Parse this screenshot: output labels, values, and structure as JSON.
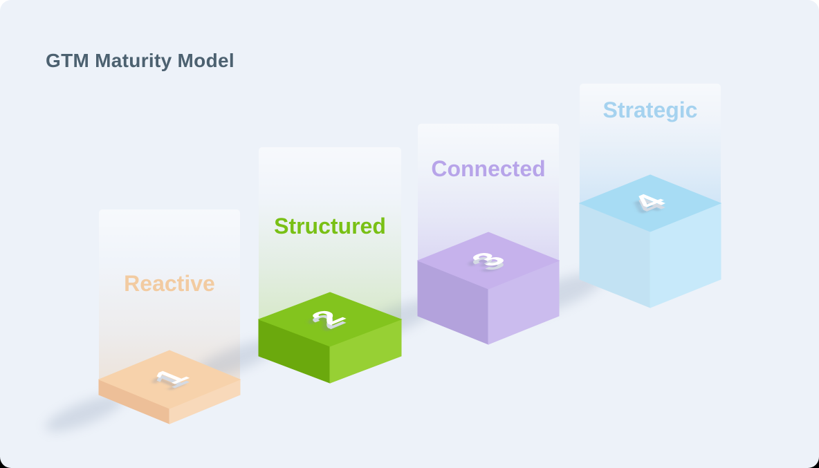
{
  "title": "GTM Maturity Model",
  "colors": {
    "background": "#edf2f9",
    "title": "#4c6170",
    "page_top": "#ffffff",
    "page_bottom": "#000000",
    "cast_shadow": "#92a1ba"
  },
  "digit_style": {
    "face": "#ffffff",
    "side": "#d4dae3",
    "shadow": "rgba(124,138,160,0.32)"
  },
  "stages": [
    {
      "number": "1",
      "label": "Reactive",
      "label_color": "#f2cba1",
      "cube": {
        "top": "#f7d2ab",
        "left": "#edbf98",
        "right": "#f8d9ba"
      },
      "panel": {
        "mid": "rgba(236,194,150,0.13)",
        "strong": "rgba(236,194,150,0.34)"
      }
    },
    {
      "number": "2",
      "label": "Structured",
      "label_color": "#79c015",
      "cube": {
        "top": "#83c41e",
        "left": "#6ba90d",
        "right": "#97d034"
      },
      "panel": {
        "mid": "rgba(152,206,62,0.12)",
        "strong": "rgba(152,206,62,0.26)"
      }
    },
    {
      "number": "3",
      "label": "Connected",
      "label_color": "#b7a4e9",
      "cube": {
        "top": "#c6b2ec",
        "left": "#b3a2dc",
        "right": "#cbbcee"
      },
      "panel": {
        "mid": "rgba(177,152,230,0.13)",
        "strong": "rgba(177,152,230,0.30)"
      }
    },
    {
      "number": "4",
      "label": "Strategic",
      "label_color": "#a5d2ef",
      "cube": {
        "top": "#a7dcf4",
        "left": "#c2e2f3",
        "right": "#c7e9fa"
      },
      "panel": {
        "mid": "rgba(146,202,241,0.14)",
        "strong": "rgba(146,202,241,0.33)"
      }
    }
  ]
}
